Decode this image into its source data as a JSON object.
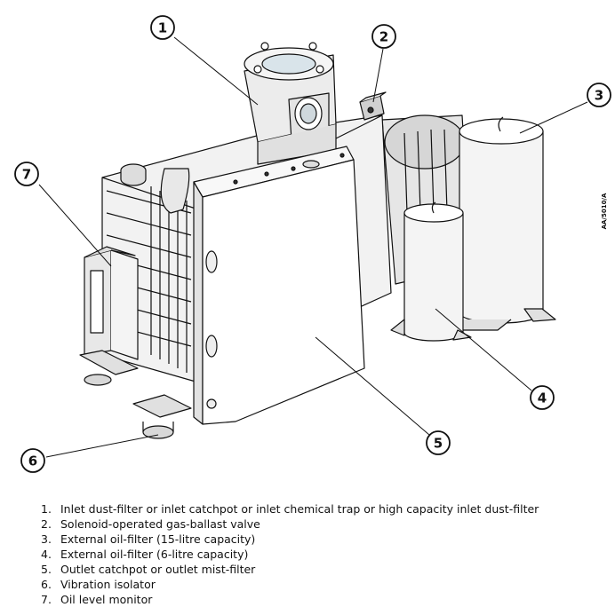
{
  "figure": {
    "reference_code": "AA/5010/A",
    "callouts": [
      "1",
      "2",
      "3",
      "4",
      "5",
      "6",
      "7"
    ]
  },
  "legend": [
    {
      "number": "1.",
      "text": "Inlet dust-filter or inlet catchpot or inlet chemical trap or high capacity inlet dust-filter"
    },
    {
      "number": "2.",
      "text": "Solenoid-operated gas-ballast valve"
    },
    {
      "number": "3.",
      "text": "External oil-filter (15-litre capacity)"
    },
    {
      "number": "4.",
      "text": "External oil-filter (6-litre capacity)"
    },
    {
      "number": "5.",
      "text": "Outlet catchpot or outlet mist-filter"
    },
    {
      "number": "6.",
      "text": "Vibration isolator"
    },
    {
      "number": "7.",
      "text": "Oil level monitor"
    }
  ]
}
